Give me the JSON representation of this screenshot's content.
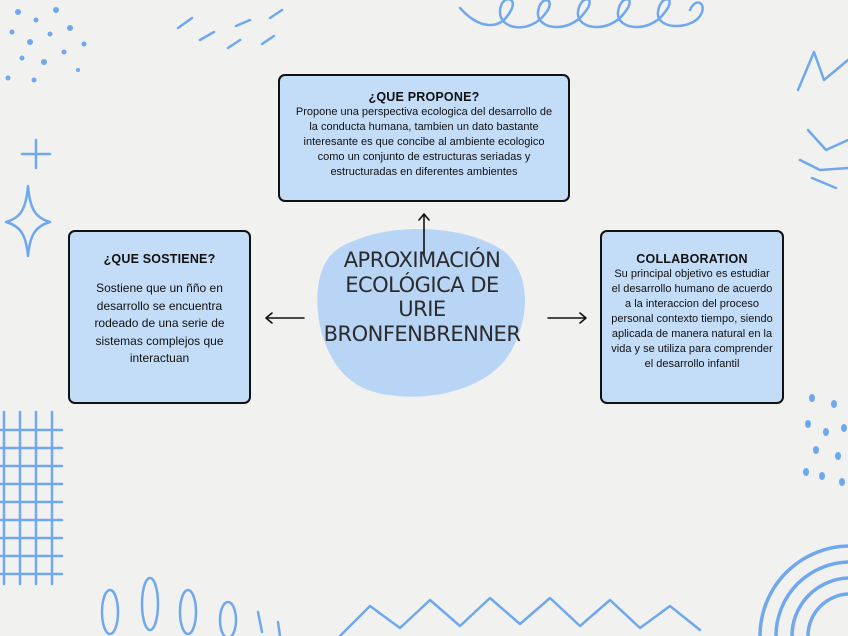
{
  "colors": {
    "box_fill": "#c3dcf8",
    "box_border": "#111111",
    "center_blob": "#b9d5f6",
    "doodle": "#6fa8ee",
    "background": "#f1f1ef"
  },
  "center": {
    "title": "APROXIMACIÓN ECOLÓGICA DE URIE BRONFENBRENNER"
  },
  "nodes": {
    "top": {
      "title": "¿QUE PROPONE?",
      "body": "Propone una perspectiva ecologica del desarrollo de la conducta humana, tambien un dato bastante interesante es que concibe al ambiente ecologico como un conjunto de estructuras seriadas y estructuradas en diferentes ambientes"
    },
    "left": {
      "title": "¿QUE SOSTIENE?",
      "body": "Sostiene que un ñño en desarrollo se encuentra rodeado de una serie de sistemas complejos que interactuan"
    },
    "right": {
      "title": "COLLABORATION",
      "body": "Su principal objetivo es estudiar el desarrollo humano de acuerdo a la interaccion del proceso personal contexto tiempo, siendo aplicada de manera natural en la vida y se utiliza para comprender el desarrollo infantil"
    }
  },
  "decorations": [
    "star-icon",
    "sparkle-icon",
    "crown-icon",
    "grid-icon",
    "rainbow-icon",
    "zigzag-icon",
    "loop-icon",
    "dots-icon"
  ]
}
